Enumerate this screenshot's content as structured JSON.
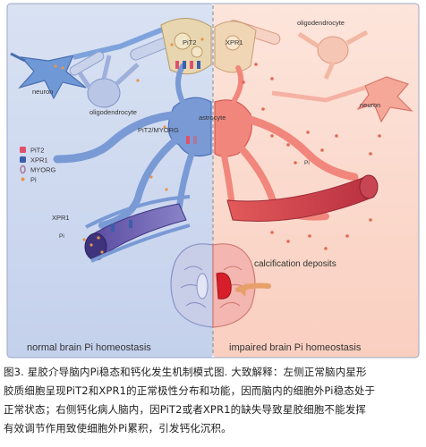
{
  "figure": {
    "labels": {
      "neuron_left": "neuron",
      "oligodendrocyte_left": "oligodendrocyte",
      "pit2_top": "PiT2",
      "xpr1_top": "XPR1",
      "astrocyte": "astrocyte",
      "pit2_myorg": "PiT2/MYORG",
      "xpr1_lower": "XPR1",
      "pi_lower": "Pi",
      "oligodendrocyte_right": "oligodendrocyte",
      "neuron_right": "neuron",
      "pi_right": "Pi",
      "calcification": "calcification deposits"
    },
    "legend": [
      {
        "label": "PiT2",
        "icon": "pit2-icon",
        "color": "#e0506a"
      },
      {
        "label": "XPR1",
        "icon": "xpr1-icon",
        "color": "#3b5ea8"
      },
      {
        "label": "MYORG",
        "icon": "myorg-icon",
        "color": "#a8789e"
      },
      {
        "label": "Pi",
        "icon": "pi-dot-icon",
        "color": "#e8944a"
      }
    ],
    "panels": {
      "left": "normal brain Pi homeostasis",
      "right": "impaired brain Pi homeostasis"
    },
    "colors": {
      "left_bg": "#cdd8ee",
      "right_bg": "#fbd9cc",
      "left_cell": "#6e8fcf",
      "right_cell": "#f1877c",
      "pi": "#e8944a"
    }
  },
  "caption": {
    "line1": "图3. 星胶介导脑内Pi稳态和钙化发生机制模式图. 大致解释：左侧正常脑内星形",
    "line2": "胶质细胞呈现PiT2和XPR1的正常极性分布和功能，因而脑内的细胞外Pi稳态处于",
    "line3": "正常状态；右侧钙化病人脑内，因PiT2或者XPR1的缺失导致星胶细胞不能发挥",
    "line4": "有效调节作用致使细胞外Pi累积，引发钙化沉积。"
  }
}
